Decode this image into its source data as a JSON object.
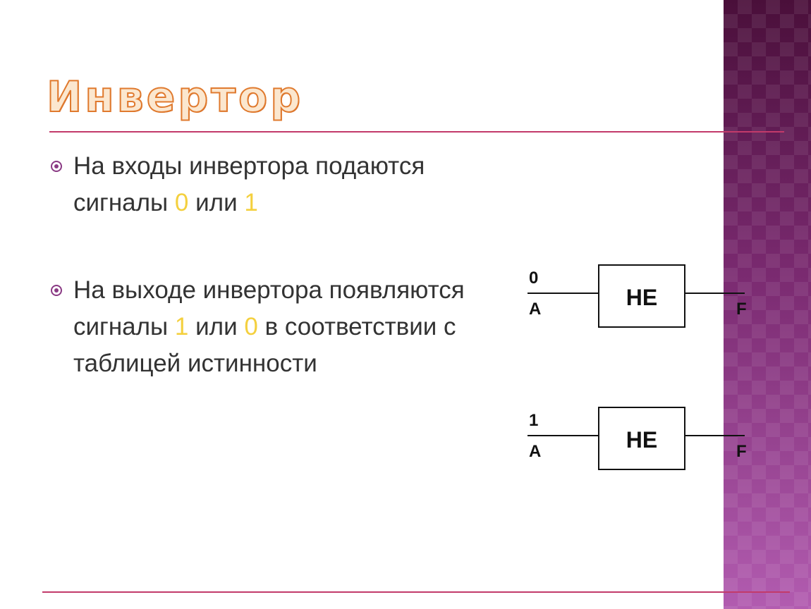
{
  "slide": {
    "title": "Инвертор",
    "bullets": [
      {
        "parts": [
          "На входы инвертора подаются сигналы ",
          "0",
          " или ",
          "1"
        ]
      },
      {
        "parts": [
          "На выходе инвертора появляются сигналы ",
          "1",
          " или ",
          "0",
          " в соответствии с таблицей истинности"
        ]
      }
    ]
  },
  "gates": [
    {
      "input_value": "0",
      "input_label": "A",
      "gate_label": "НЕ",
      "output_label": "F"
    },
    {
      "input_value": "1",
      "input_label": "A",
      "gate_label": "НЕ",
      "output_label": "F"
    }
  ],
  "colors": {
    "accent": "#8a3a84",
    "rule": "#c23a6a",
    "highlight": "#f4d03f",
    "title_fill": "#fbe7cf",
    "title_outline": "#e07a2e",
    "text": "#333333"
  }
}
